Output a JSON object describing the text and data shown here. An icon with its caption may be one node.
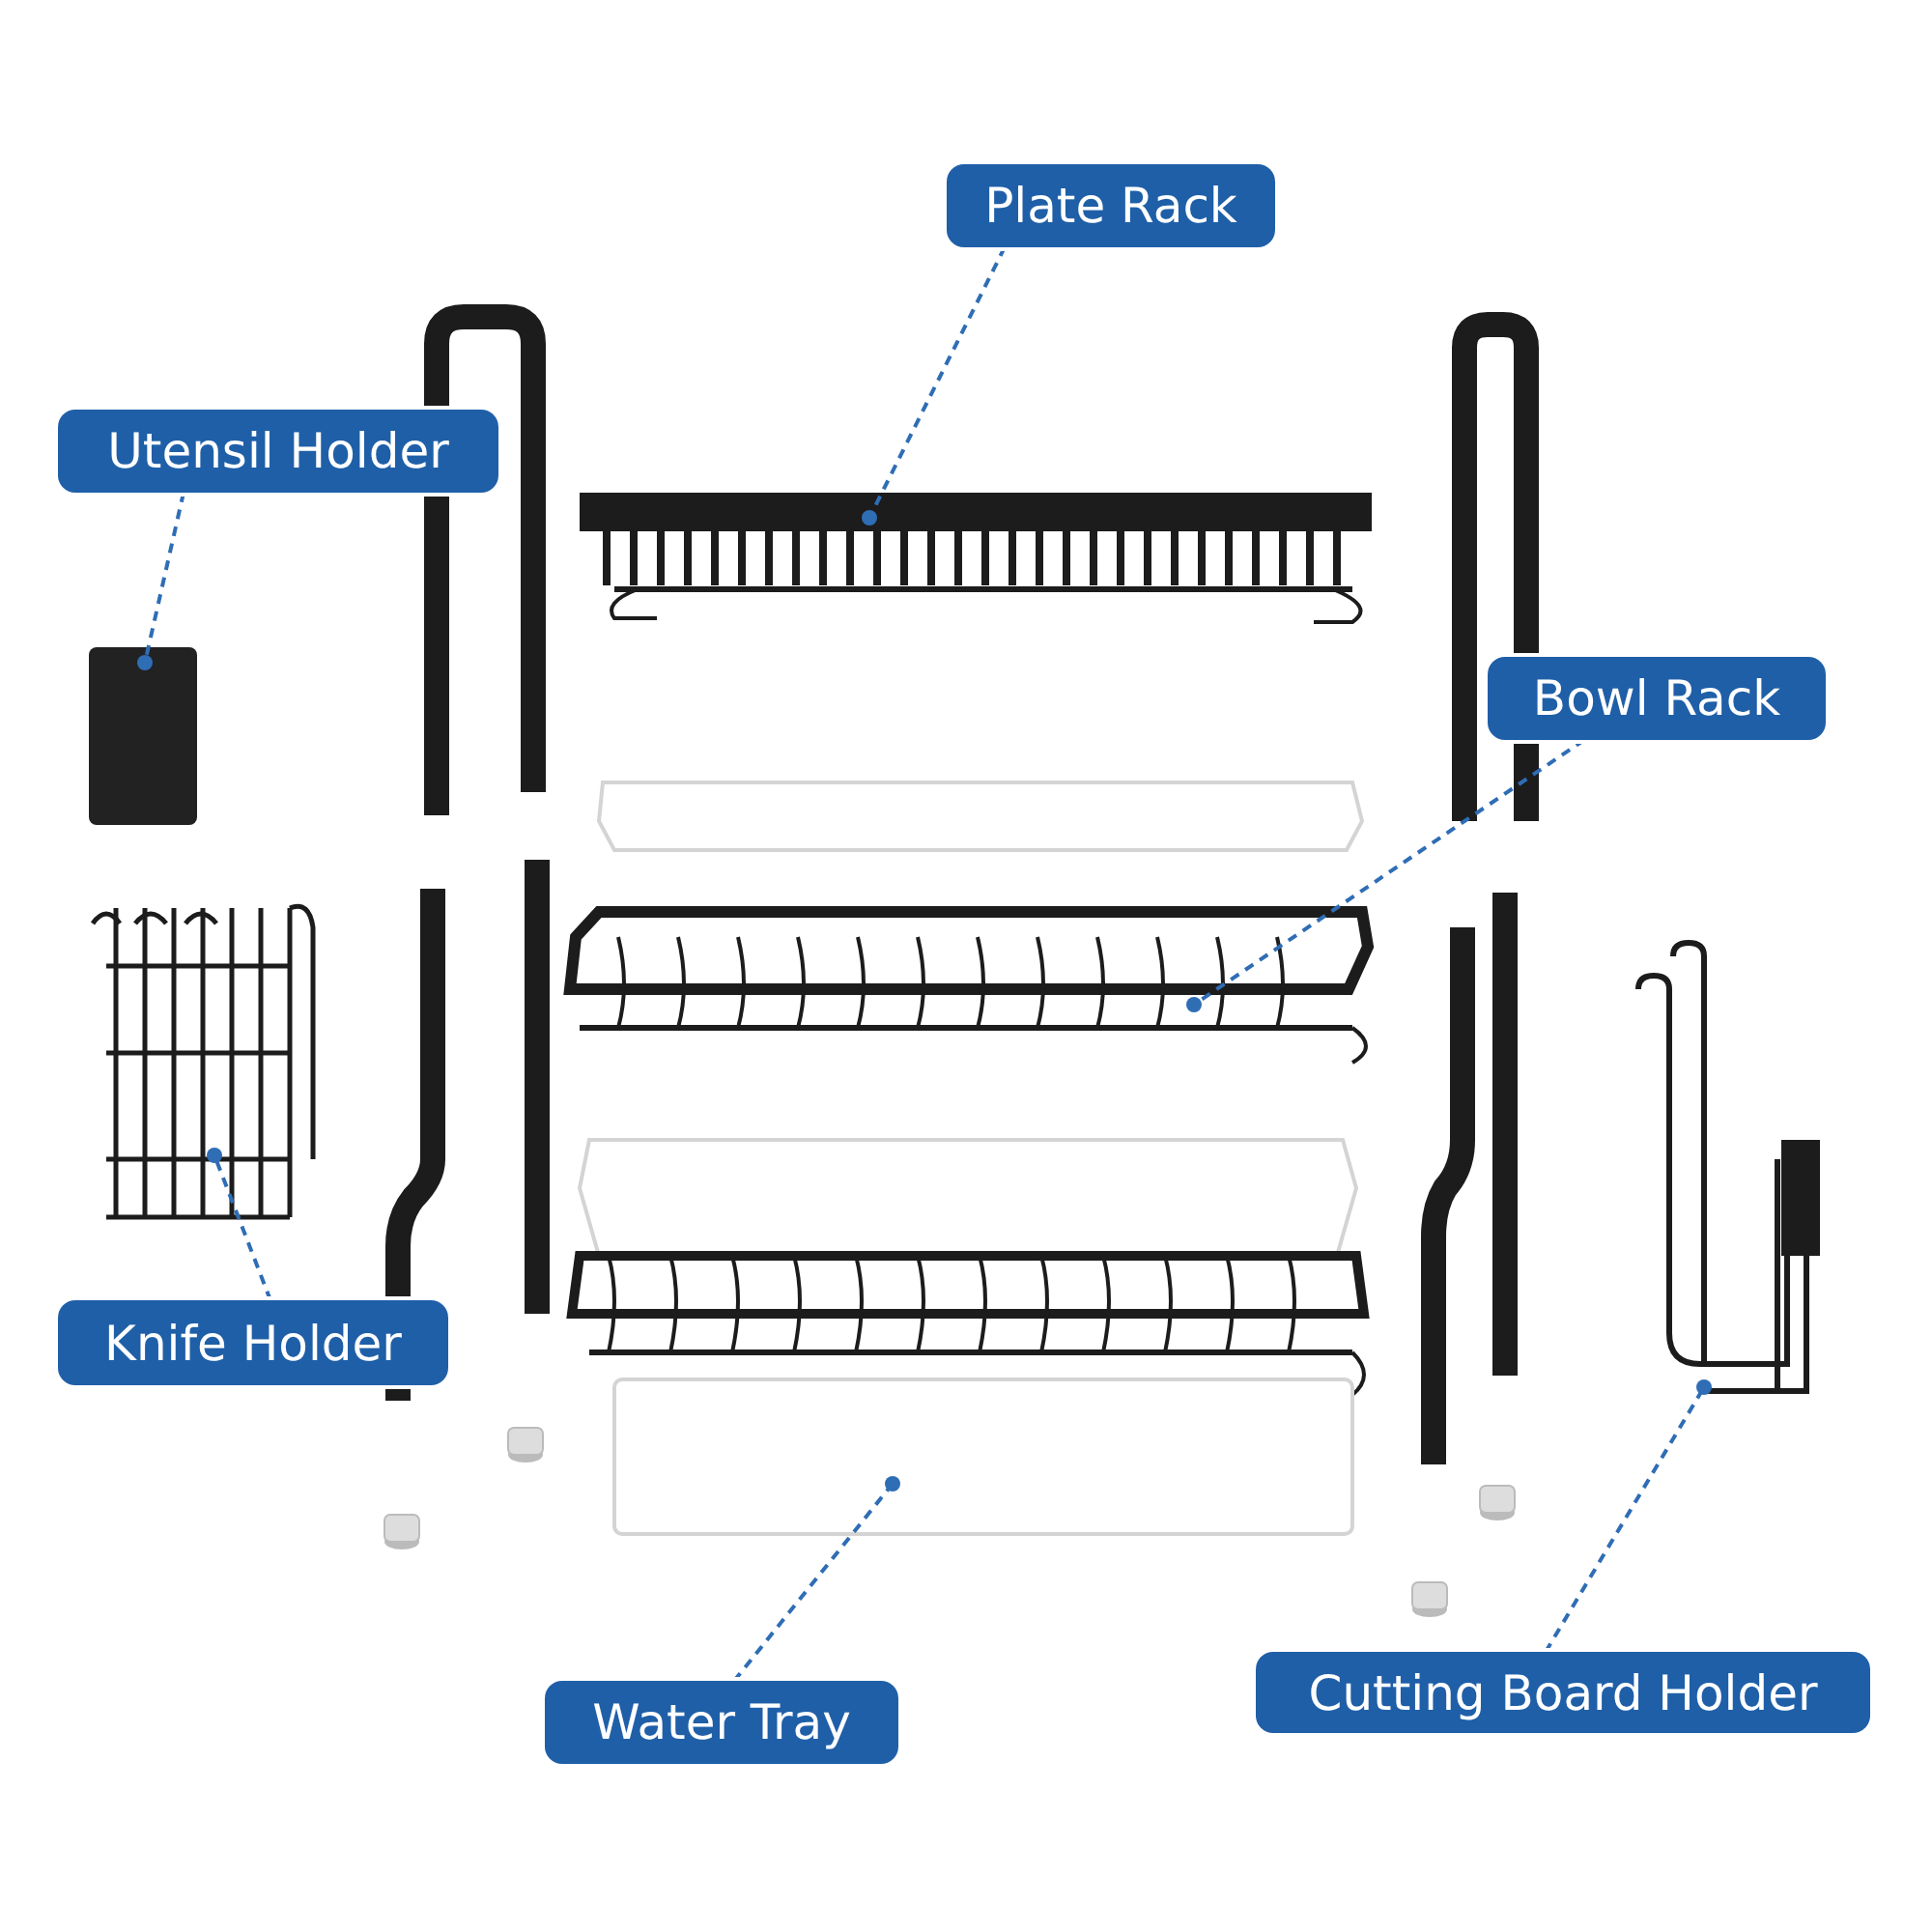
{
  "diagram": {
    "nodes": [
      {
        "text": [
          "Plate Rack"
        ]
      },
      {
        "text": [
          "Utensil Holder"
        ]
      },
      {
        "text": [
          "Bowl Rack"
        ]
      },
      {
        "text": [
          "Knife Holder"
        ]
      },
      {
        "text": [
          "Water Tray"
        ]
      },
      {
        "text": [
          "Cutting Board Holder"
        ]
      },
      {
        "text": [],
        "shape": "picture"
      },
      {
        "text": [],
        "shape": "box"
      },
      {
        "text": [],
        "shape": "picture"
      },
      {
        "text": [],
        "shape": "picture"
      },
      {
        "text": [],
        "shape": "box"
      },
      {
        "text": [],
        "shape": "picture"
      }
    ],
    "edges": [
      {
        "from": 0,
        "to": 6,
        "arrow": "other",
        "style": "dashed"
      },
      {
        "from": 1,
        "to": 7,
        "arrow": "other",
        "style": "dashed"
      },
      {
        "from": 2,
        "to": 8,
        "arrow": "other",
        "style": "dashed"
      },
      {
        "from": 3,
        "to": 9,
        "arrow": "other",
        "style": "dashed"
      },
      {
        "from": 4,
        "to": 10,
        "arrow": "other",
        "style": "dashed"
      },
      {
        "from": 5,
        "to": 11,
        "arrow": "other",
        "style": "dashed"
      }
    ]
  }
}
